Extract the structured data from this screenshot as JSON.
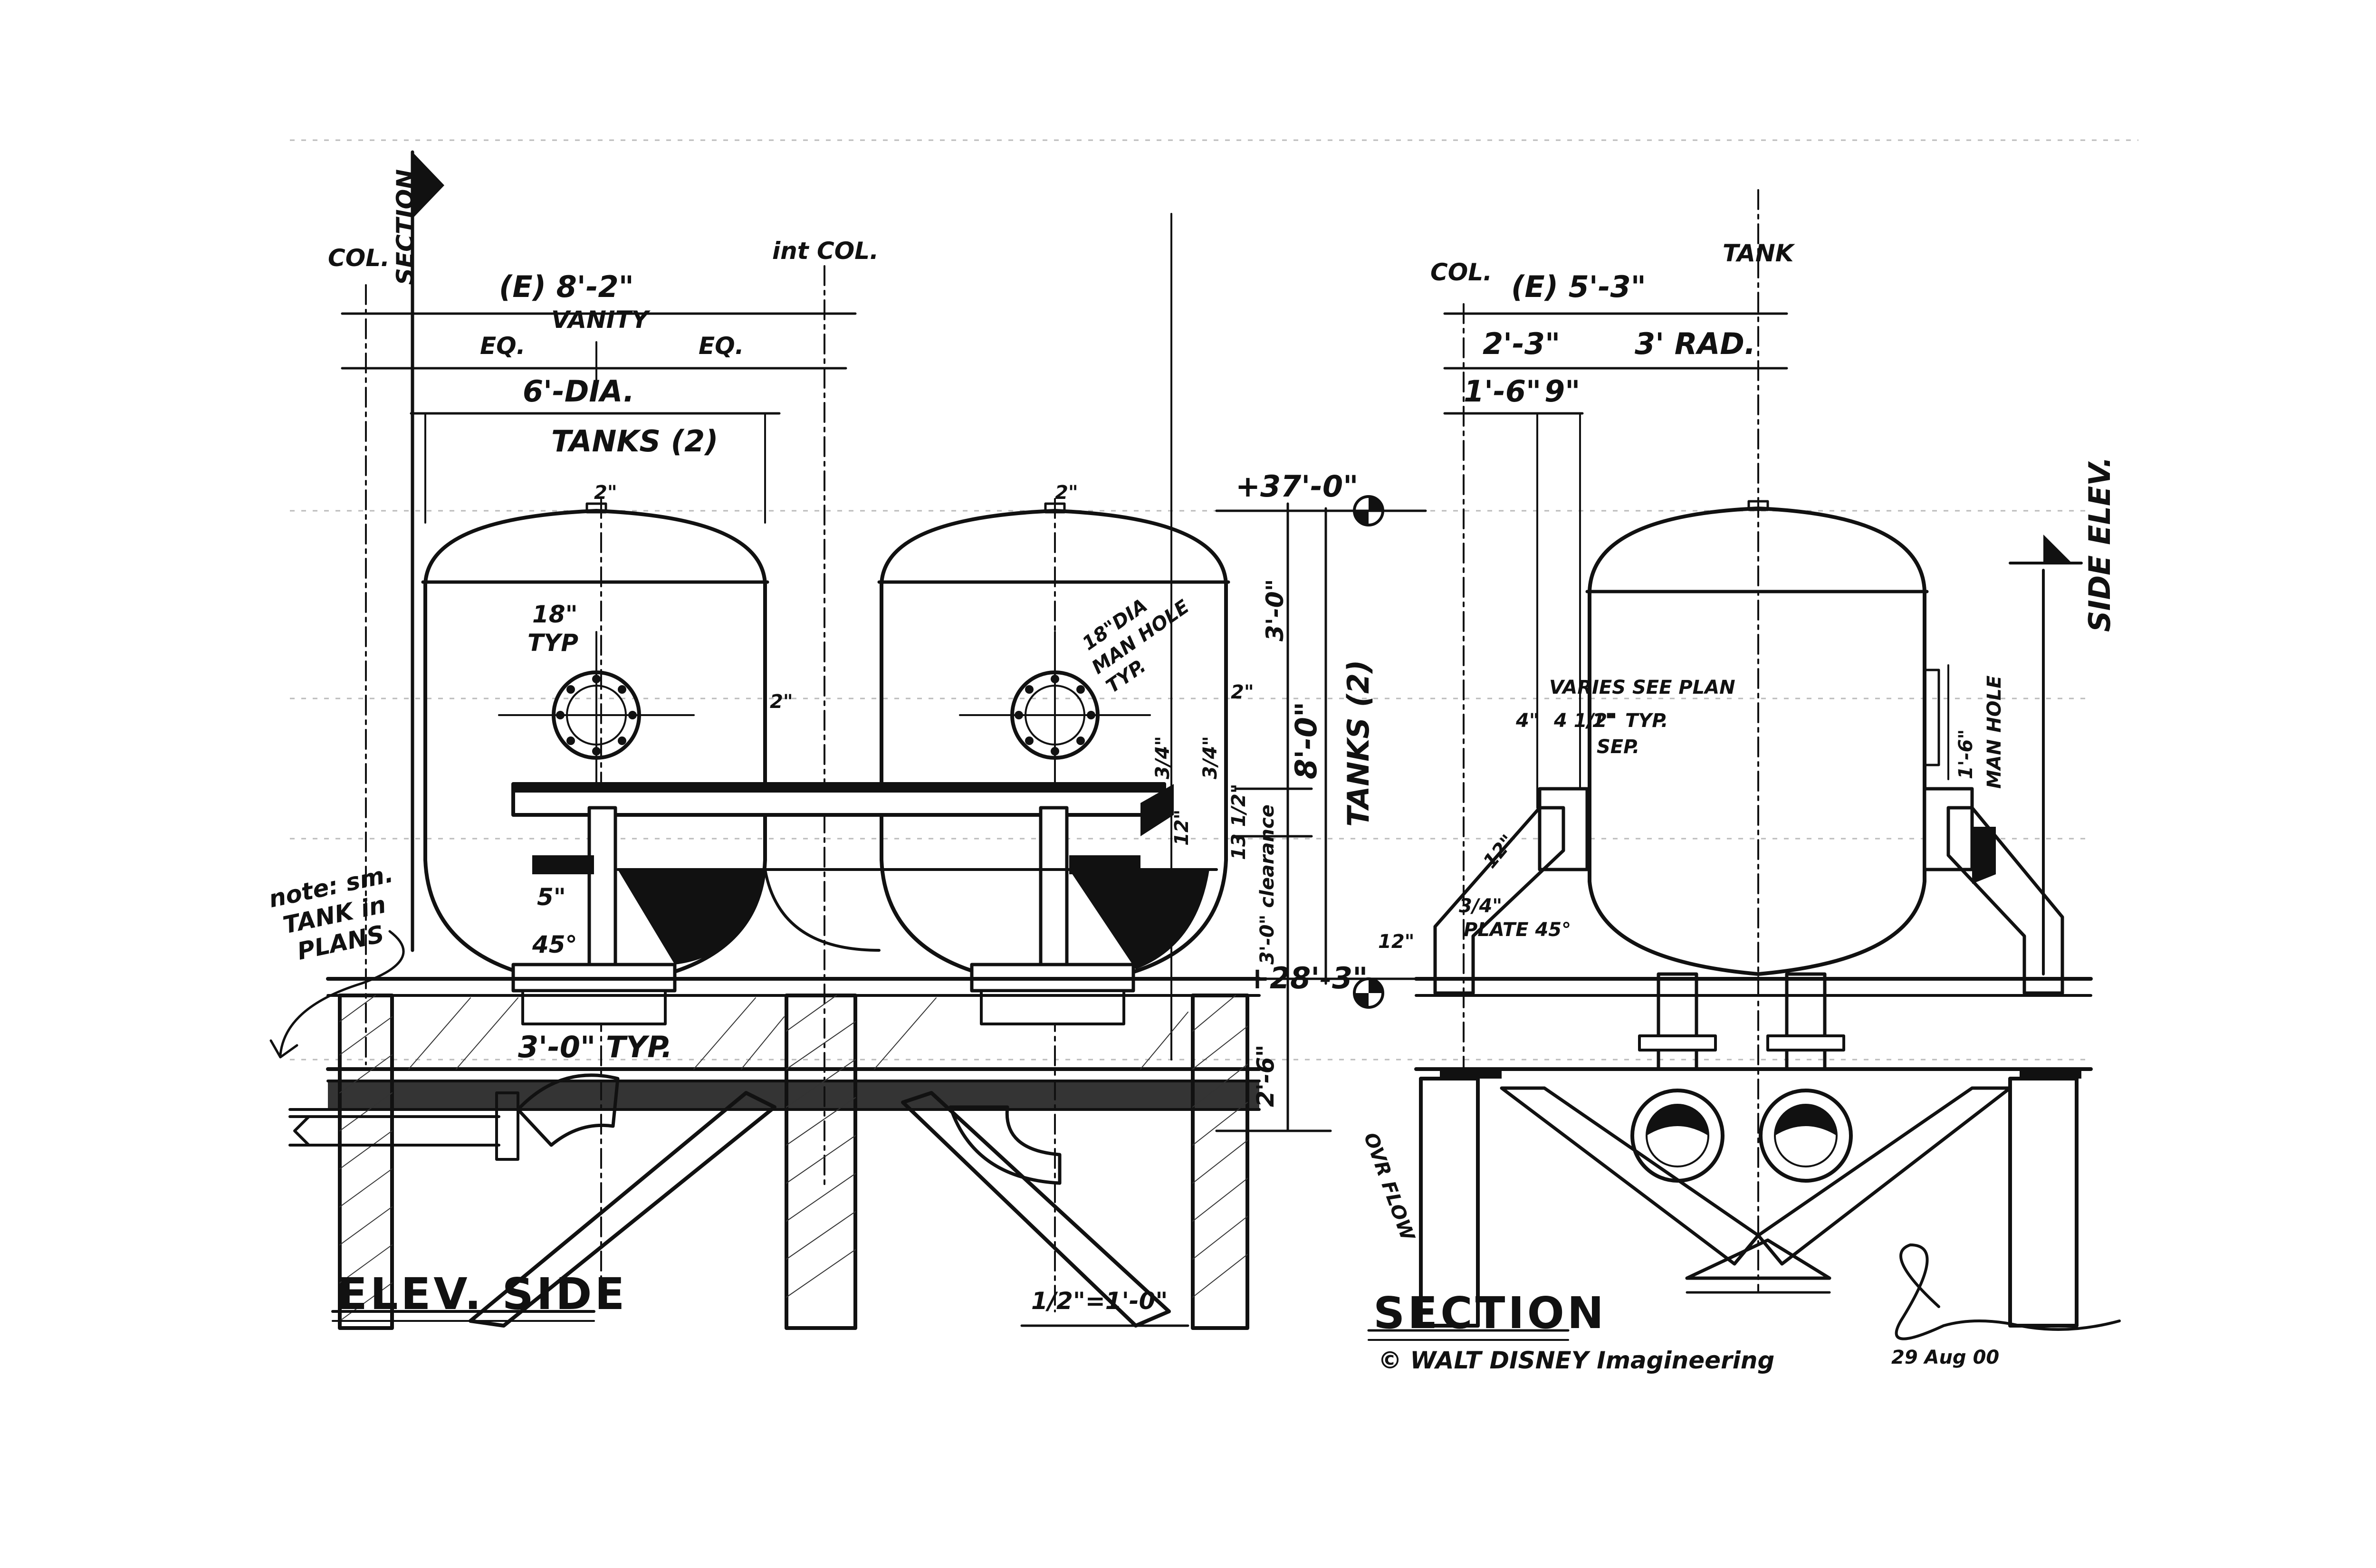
{
  "drawing": {
    "left_view": {
      "title": "ELEV. SIDE",
      "scale": "1/2\"=1'-0\"",
      "marker_section": "SECTION",
      "label_col": "COL.",
      "label_int_col": "int COL.",
      "dim_vanity": "(E) 8'-2\"",
      "vanity": "VANITY",
      "eq_left": "EQ.",
      "eq_right": "EQ.",
      "dim_dia": "6'-DIA.",
      "tanks": "TANKS (2)",
      "nozzle_top_left": "2\"",
      "nozzle_top_right": "2\"",
      "flange_18": "18\"",
      "typ": "TYP",
      "manhole_note_1": "18\"DIA",
      "manhole_note_2": "MAN HOLE",
      "manhole_note_3": "TYP.",
      "nozzle_side_left": "2\"",
      "nozzle_side_right": "2\"",
      "dim_5": "5\"",
      "dim_45": "45°",
      "dim_3_0_typ": "3'-0\" TYP.",
      "note_1": "note: sm.",
      "note_2": "TANK in",
      "note_3": "PLANS"
    },
    "center_dims": {
      "elev_top": "+37'-0\"",
      "elev_platform": "+28'-3\"",
      "dim_3_0": "3'-0\"",
      "dim_8_0": "8'-0\"",
      "tanks_2": "TANKS (2)",
      "dim_3_4a": "3/4\"",
      "dim_12": "12\"",
      "dim_13_5": "13 1/2\"",
      "dim_3_4b": "3/4\"",
      "clearance": "3'-0\" clearance",
      "dim_2_6": "2'-6\""
    },
    "right_view": {
      "title": "SECTION",
      "marker_side_elev": "SIDE ELEV.",
      "label_col": "COL.",
      "label_tank": "TANK",
      "dim_overall": "(E) 5'-3\"",
      "dim_2_3": "2'-3\"",
      "dim_3_rad": "3' RAD.",
      "dim_1_6": "1'-6\"",
      "dim_9": "9\"",
      "varies": "VARIES SEE PLAN",
      "dim_4": "4\"",
      "dim_4_5": "4 1/2\"",
      "dim_1": "1\"",
      "typ": "TYP.",
      "sep": "SEP.",
      "dim_12a": "12\"",
      "dim_3_4": "3/4\"",
      "plate": "PLATE 45°",
      "dim_12b": "12\"",
      "dim_1_6_mh": "1'-6\"",
      "manhole": "MAN HOLE",
      "label_ow": "OVR FLOW"
    },
    "credit": "© WALT DISNEY Imagineering",
    "date": "29 Aug 00",
    "colors": {
      "ink": "#111111",
      "paper": "#ffffff"
    }
  }
}
